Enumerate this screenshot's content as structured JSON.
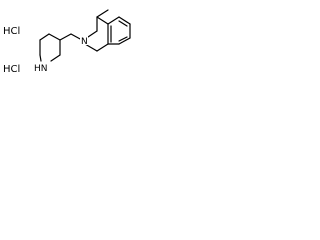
{
  "salts": [
    "HCl",
    "HCl"
  ],
  "atoms": {
    "amine_nh": "HN",
    "ring_n": "N"
  },
  "colors": {
    "bond": "#000000",
    "background": "#ffffff"
  }
}
